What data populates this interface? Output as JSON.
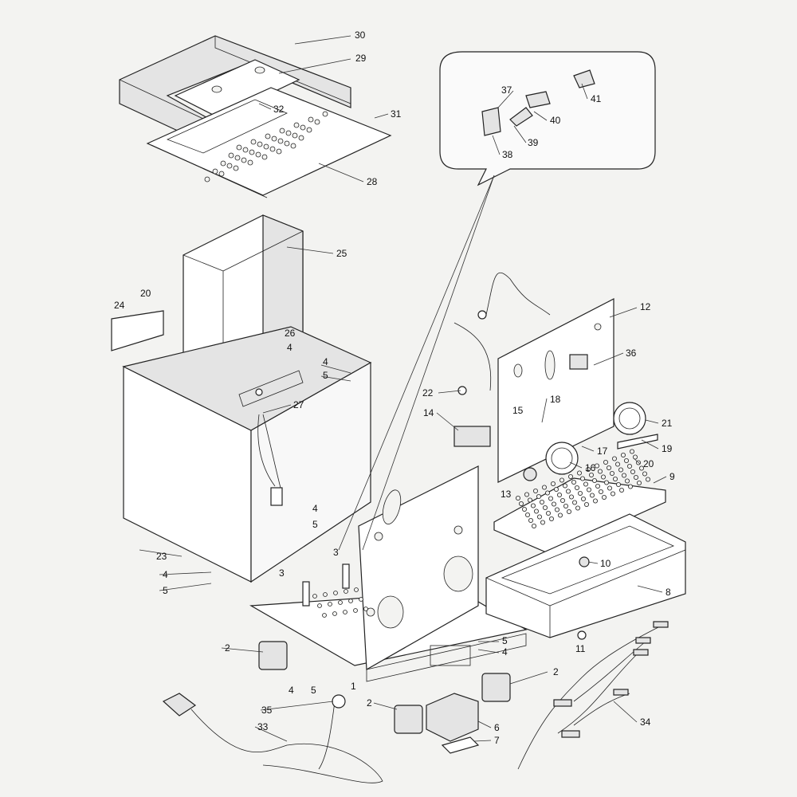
{
  "labels": [
    {
      "id": "l30",
      "text": "30"
    },
    {
      "id": "l29",
      "text": "29"
    },
    {
      "id": "l32",
      "text": "32"
    },
    {
      "id": "l31",
      "text": "31"
    },
    {
      "id": "l28",
      "text": "28"
    },
    {
      "id": "l25",
      "text": "25"
    },
    {
      "id": "l20a",
      "text": "20"
    },
    {
      "id": "l24",
      "text": "24"
    },
    {
      "id": "l26",
      "text": "26"
    },
    {
      "id": "l4a",
      "text": "4"
    },
    {
      "id": "l4b",
      "text": "4"
    },
    {
      "id": "l5a",
      "text": "5"
    },
    {
      "id": "l27",
      "text": "27"
    },
    {
      "id": "l4c",
      "text": "4"
    },
    {
      "id": "l5b",
      "text": "5"
    },
    {
      "id": "l23",
      "text": "23"
    },
    {
      "id": "l4d",
      "text": "4"
    },
    {
      "id": "l5c",
      "text": "5"
    },
    {
      "id": "l3a",
      "text": "3"
    },
    {
      "id": "l3b",
      "text": "3"
    },
    {
      "id": "l2a",
      "text": "2"
    },
    {
      "id": "l4e",
      "text": "4"
    },
    {
      "id": "l5d",
      "text": "5"
    },
    {
      "id": "l1",
      "text": "1"
    },
    {
      "id": "l35",
      "text": "35"
    },
    {
      "id": "l33",
      "text": "33"
    },
    {
      "id": "l2b",
      "text": "2"
    },
    {
      "id": "l6",
      "text": "6"
    },
    {
      "id": "l7",
      "text": "7"
    },
    {
      "id": "l2c",
      "text": "2"
    },
    {
      "id": "l5e",
      "text": "5"
    },
    {
      "id": "l4f",
      "text": "4"
    },
    {
      "id": "l37",
      "text": "37"
    },
    {
      "id": "l41",
      "text": "41"
    },
    {
      "id": "l40",
      "text": "40"
    },
    {
      "id": "l39",
      "text": "39"
    },
    {
      "id": "l38",
      "text": "38"
    },
    {
      "id": "l12",
      "text": "12"
    },
    {
      "id": "l36",
      "text": "36"
    },
    {
      "id": "l22",
      "text": "22"
    },
    {
      "id": "l18",
      "text": "18"
    },
    {
      "id": "l14",
      "text": "14"
    },
    {
      "id": "l15",
      "text": "15"
    },
    {
      "id": "l21",
      "text": "21"
    },
    {
      "id": "l17",
      "text": "17"
    },
    {
      "id": "l19",
      "text": "19"
    },
    {
      "id": "l20b",
      "text": "20"
    },
    {
      "id": "l16",
      "text": "16"
    },
    {
      "id": "l13",
      "text": "13"
    },
    {
      "id": "l9",
      "text": "9"
    },
    {
      "id": "l10",
      "text": "10"
    },
    {
      "id": "l8",
      "text": "8"
    },
    {
      "id": "l11",
      "text": "11"
    },
    {
      "id": "l34",
      "text": "34"
    }
  ]
}
